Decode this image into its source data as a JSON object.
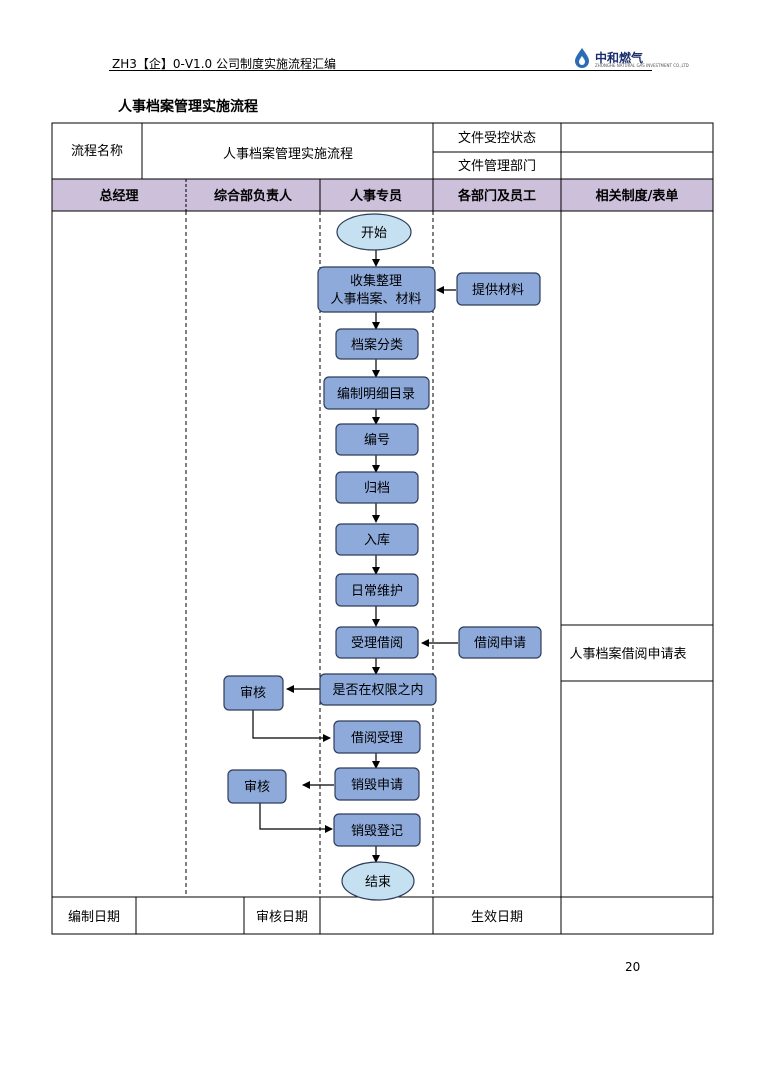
{
  "header": {
    "doc_code": "ZH3【企】0-V1.0 公司制度实施流程汇编",
    "logo_text": "中和燃气",
    "logo_sub": "ZHONGHE NATURAL GAS INVESTMENT CO.,LTD"
  },
  "title": "人事档案管理实施流程",
  "table": {
    "process_name_label": "流程名称",
    "process_name_value": "人事档案管理实施流程",
    "doc_control_label": "文件受控状态",
    "doc_control_value": "",
    "doc_dept_label": "文件管理部门",
    "doc_dept_value": "",
    "lanes": [
      "总经理",
      "综合部负责人",
      "人事专员",
      "各部门及员工",
      "相关制度/表单"
    ],
    "related_form": "人事档案借阅申请表",
    "footer": {
      "compile_date_label": "编制日期",
      "review_date_label": "审核日期",
      "effective_date_label": "生效日期"
    }
  },
  "flow": {
    "start": "开始",
    "collect_line1": "收集整理",
    "collect_line2": "人事档案、材料",
    "provide": "提供材料",
    "classify": "档案分类",
    "catalog": "编制明细目录",
    "number": "编号",
    "file": "归档",
    "store": "入库",
    "maintain": "日常维护",
    "accept_borrow": "受理借阅",
    "borrow_request": "借阅申请",
    "check_authority": "是否在权限之内",
    "review1": "审核",
    "borrow_accept": "借阅受理",
    "destroy_request": "销毁申请",
    "review2": "审核",
    "destroy_register": "销毁登记",
    "end": "结束"
  },
  "page_number": "20",
  "colors": {
    "lane_header": "#ccc0da",
    "node_fill": "#8eaadb",
    "oval_fill": "#c5e0f0",
    "node_stroke": "#2f3c5a"
  }
}
